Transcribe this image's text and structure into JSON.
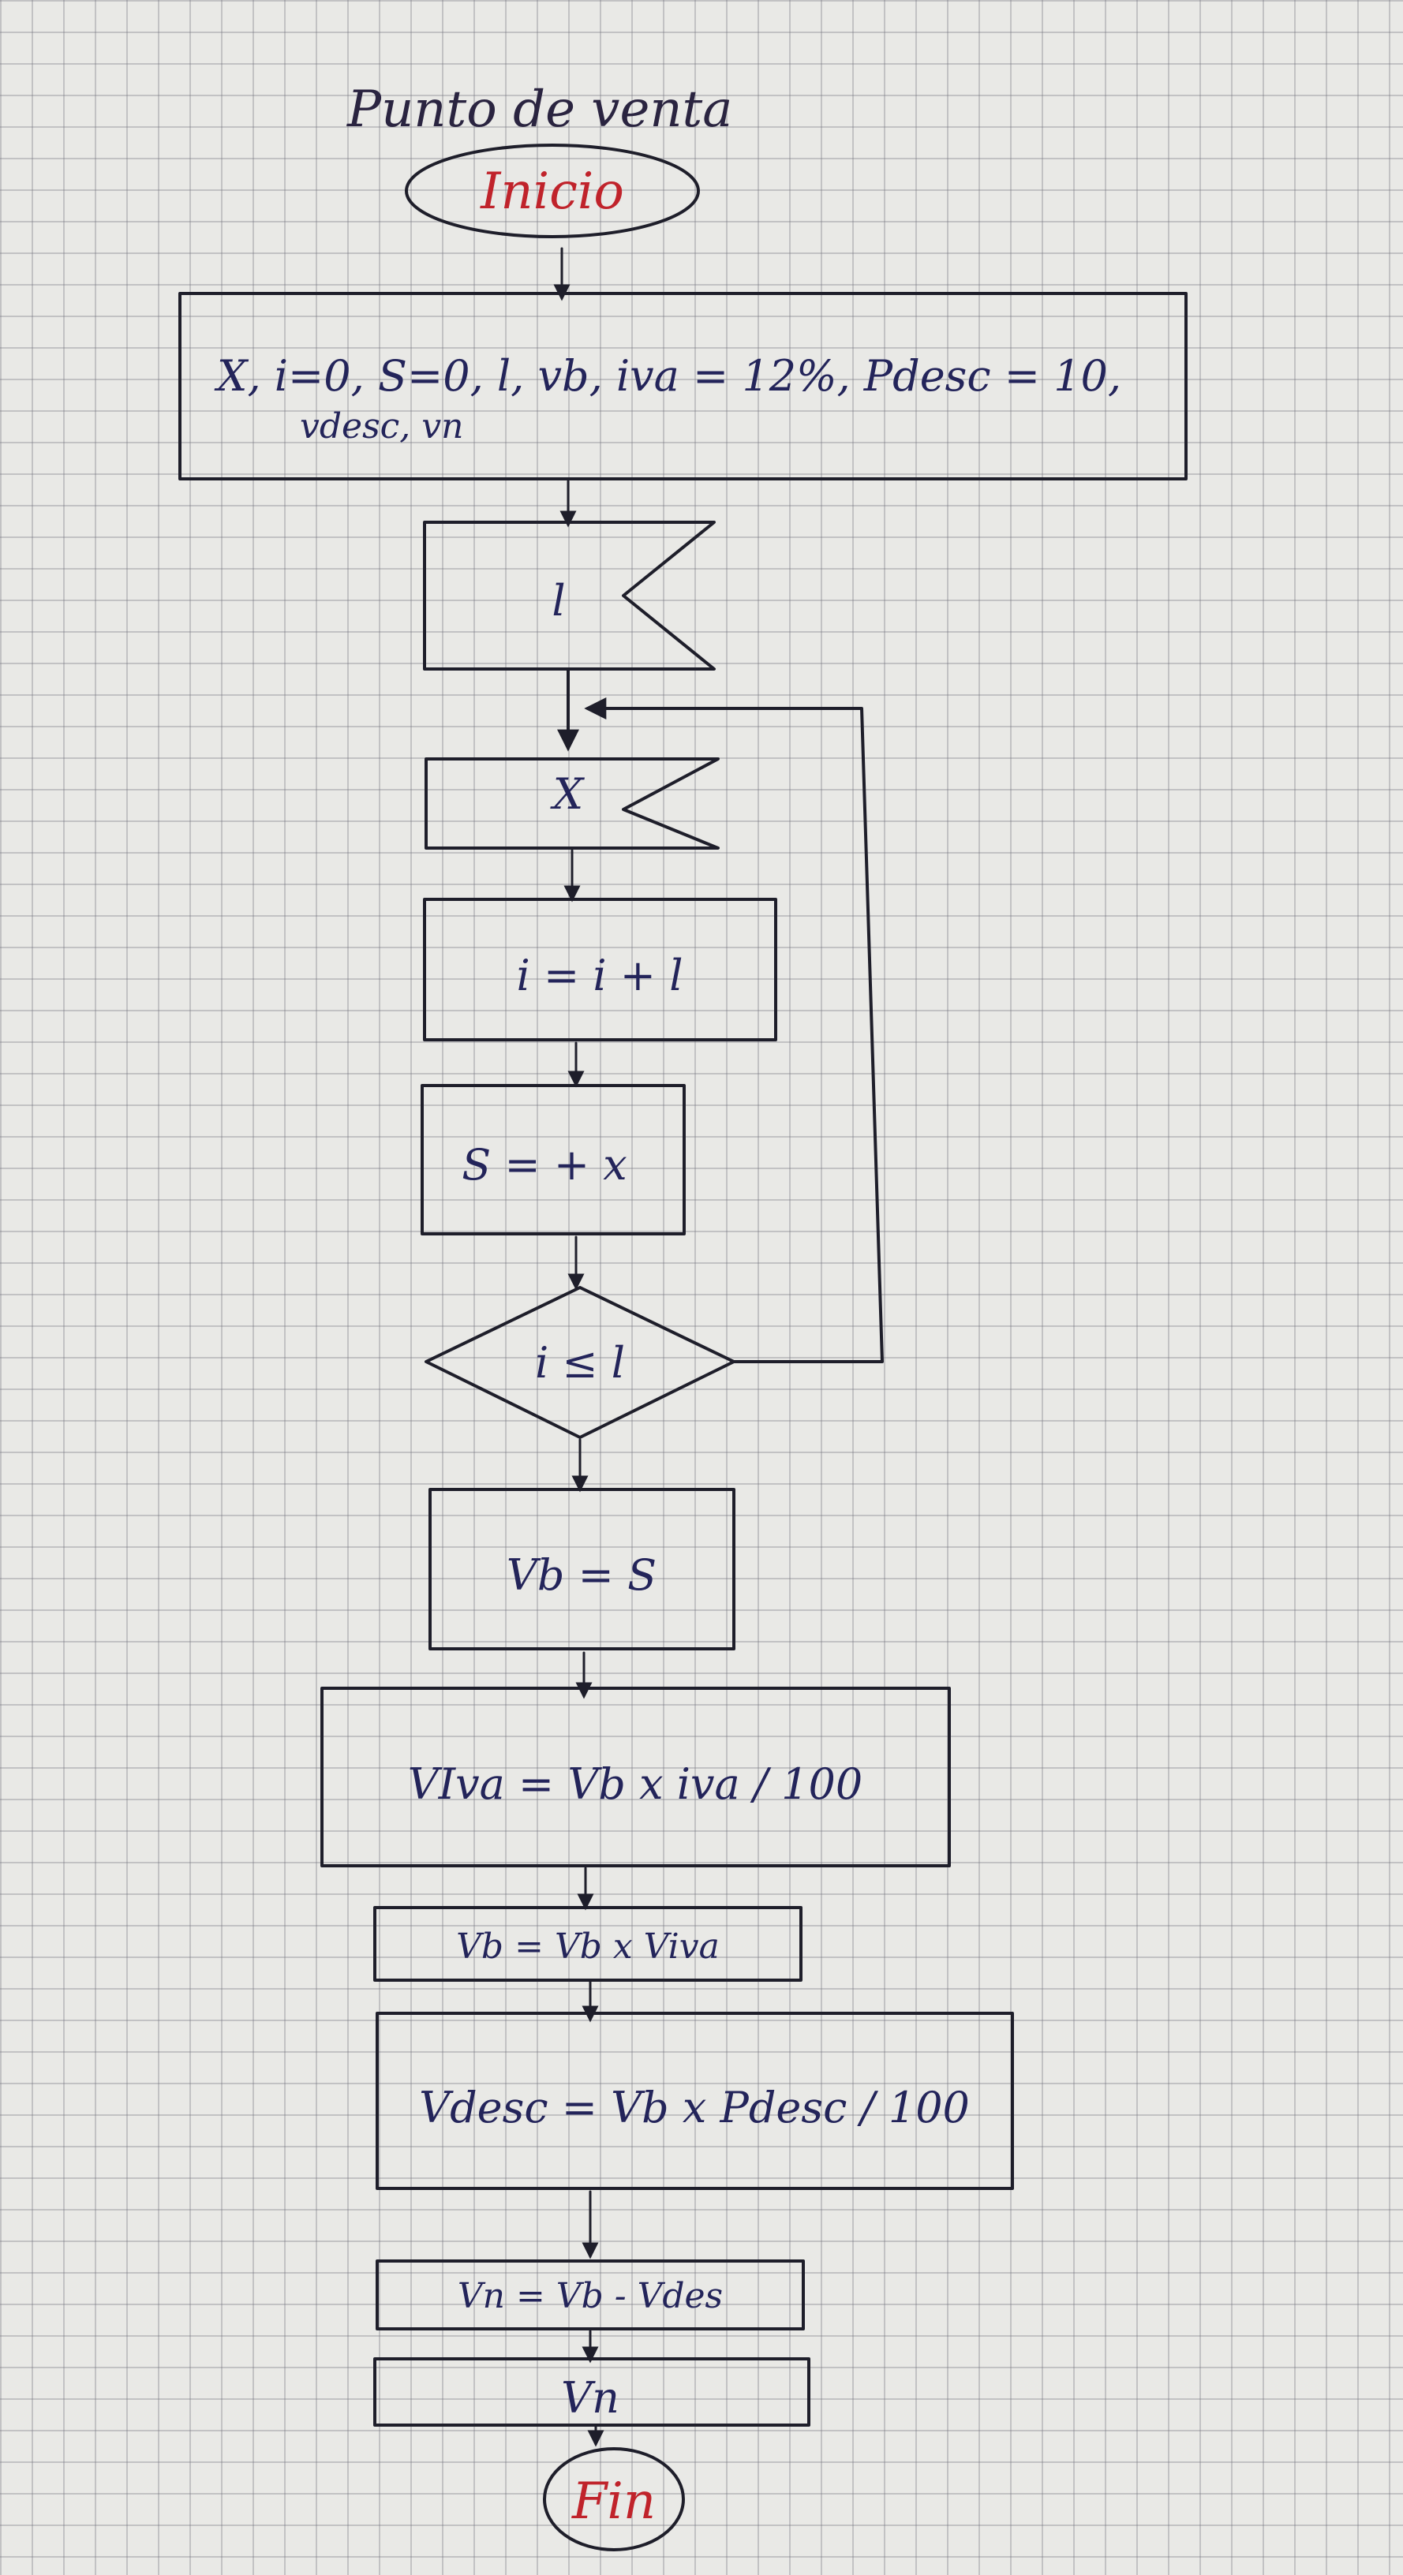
{
  "title": "Punto de venta",
  "nodes": {
    "start": "Inicio",
    "declare_line1": "X, i=0, S=0, l, vb, iva = 12%, Pdesc = 10,",
    "declare_line2": "vdesc, vn",
    "input_l": "l",
    "input_x": "X",
    "process_i": "i = i + l",
    "process_s": "S = + x",
    "decision": "i ≤ l",
    "process_vb": "Vb = S",
    "process_viva": "VIva = Vb x iva / 100",
    "process_vb2": "Vb = Vb x Viva",
    "process_vdesc": "Vdesc = Vb x Pdesc / 100",
    "process_vn": "Vn = Vb - Vdes",
    "output_vn": "Vn",
    "end": "Fin"
  }
}
